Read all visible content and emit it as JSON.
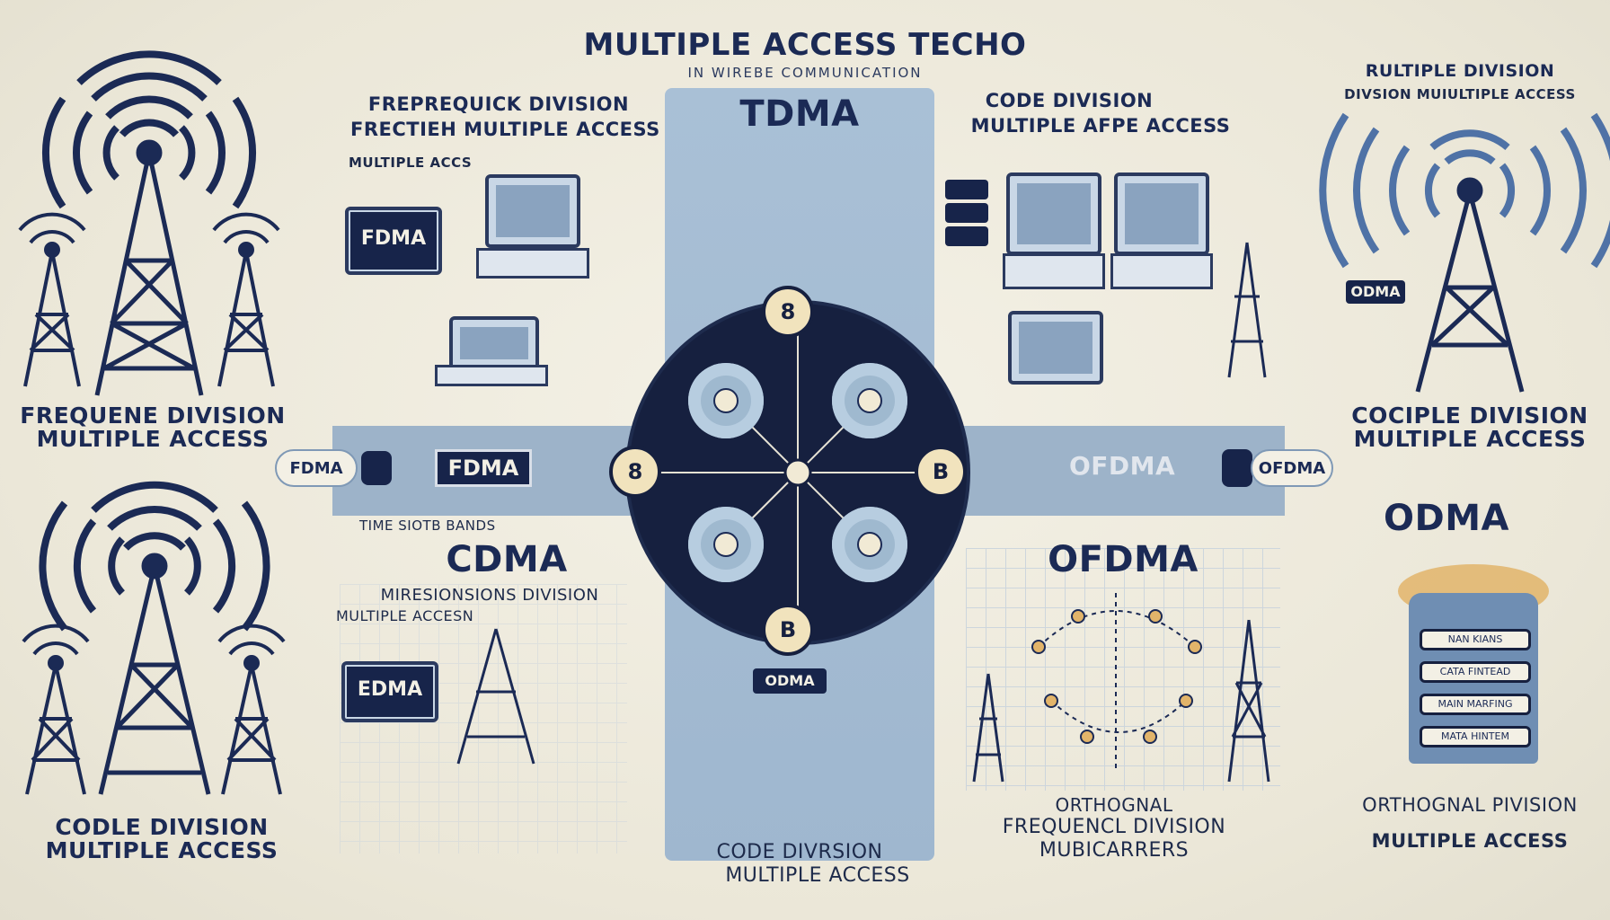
{
  "title": "MULTIPLE ACCESS TECHO",
  "subtitle": "IN WIREBE COMMUNICATION",
  "top_left_heading": {
    "line1": "FREPREQUICK DIVISION",
    "line2": "FRECTIEH MULTIPLE ACCESS"
  },
  "top_left_sub": "MULTIPLE ACCS",
  "tdma_heading": "TDMA",
  "top_right_heading": {
    "line1": "CODE DIVISION",
    "line2": "MULTIPLE AFPE ACCESS"
  },
  "far_right_heading": {
    "line1": "RULTIPLE DIVISION",
    "line2": "DIVSION MUIULTIPLE ACCESS"
  },
  "left_tower_caption_top": {
    "line1": "FREQUENE DIVISION",
    "line2": "MULTIPLE ACCESS"
  },
  "left_tower_caption_bottom": {
    "line1": "CODLE DIVISION",
    "line2": "MULTIPLE ACCESS"
  },
  "right_tower_caption": {
    "line1": "COCIPLE DIVISION",
    "line2": "MULTIPLE ACCESS"
  },
  "fdma_box_top": "FDMA",
  "fdma_box_bottom": "EDMA",
  "odma_small_badge": "ODMA",
  "center_bar": {
    "left_pill": "FDMA",
    "left_label": "FDMA",
    "right_label": "OFDMA",
    "right_pill": "OFDMA",
    "under_left": "TIME SIOTB BANDS"
  },
  "hub_numbers": {
    "top": "8",
    "left": "8",
    "right": "B",
    "bottom": "B"
  },
  "cdma_heading": "CDMA",
  "cdma_sub": {
    "line1": "MIRESIONSIONS DIVISION",
    "line2": "MULTIPLE ACCESN"
  },
  "ofdma_heading": "OFDMA",
  "ofdma_caption": {
    "line1": "ORTHOGNAL",
    "line2": "FREQUENCL DIVISION",
    "line3": "MUBICARRERS"
  },
  "tdma_bottom_caption": {
    "line1": "CODE DIVRSION",
    "line2": "MULTIPLE ACCESS"
  },
  "tdma_bottom_badge": "ODMA",
  "odma_big": "ODMA",
  "odma_caption": {
    "line1": "ORTHOGNAL PIVISION",
    "line2": "MULTIPLE ACCESS"
  },
  "stack_rows": [
    "NAN KIANS",
    "CATA FINTEAD",
    "MAIN MARFING",
    "MATA HINTEM"
  ],
  "colors": {
    "navy": "#16203f",
    "panel_blue": "#9fb7cf",
    "cream": "#f3f0e5",
    "accent_gold": "#e2b46a"
  }
}
